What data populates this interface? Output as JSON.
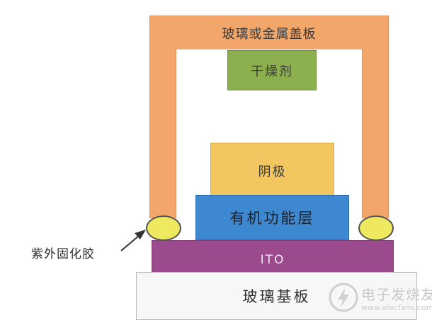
{
  "diagram": {
    "cover_label": "玻璃或金属盖板",
    "desiccant_label": "干燥剂",
    "cathode_label": "阴极",
    "organic_label": "有机功能层",
    "ito_label": "ITO",
    "substrate_label": "玻璃基板",
    "uv_glue_label": "紫外固化胶"
  },
  "watermark": {
    "title": "电子发烧友",
    "url": "www.elecfans.com",
    "icon": "lightning-logo-icon"
  },
  "colors": {
    "cover": "#F2A66A",
    "desiccant": "#8DB04E",
    "cathode": "#F3C75F",
    "organic": "#3E87D1",
    "ito": "#9C4A8E",
    "substrate": "#F7F7F7",
    "glue": "#EEE95E"
  }
}
